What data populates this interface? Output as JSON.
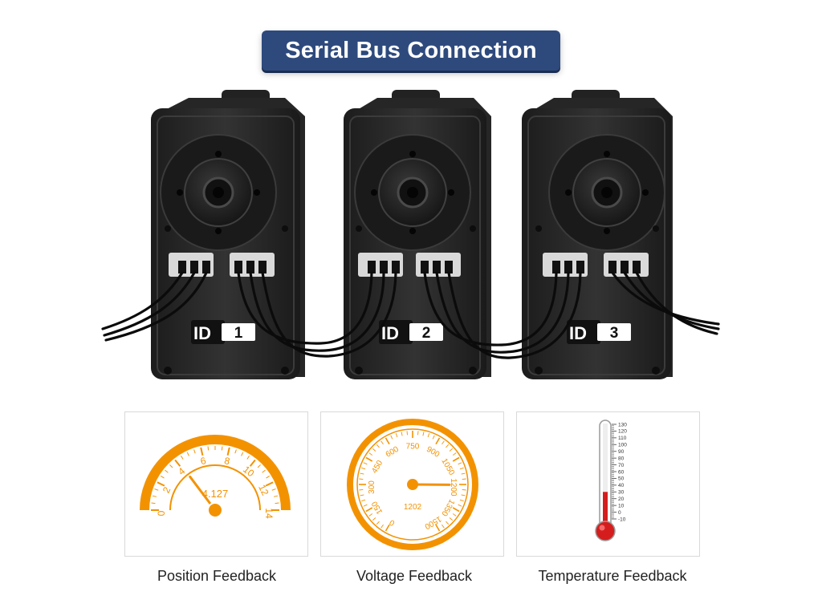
{
  "banner": {
    "title": "Serial Bus Connection"
  },
  "servos": [
    {
      "id_prefix": "ID",
      "id_number": "1"
    },
    {
      "id_prefix": "ID",
      "id_number": "2"
    },
    {
      "id_prefix": "ID",
      "id_number": "3"
    }
  ],
  "panels": {
    "position": {
      "caption": "Position Feedback",
      "scale_ticks": [
        "0",
        "2",
        "4",
        "6",
        "8",
        "10",
        "12",
        "14"
      ],
      "reading": "4.127",
      "value": 4.127,
      "range": [
        0,
        14
      ]
    },
    "voltage": {
      "caption": "Voltage Feedback",
      "scale_ticks": [
        "0",
        "150",
        "300",
        "450",
        "600",
        "750",
        "900",
        "1050",
        "1200",
        "1350",
        "1500"
      ],
      "reading": "1202",
      "value": 1202,
      "range": [
        0,
        1500
      ]
    },
    "temperature": {
      "caption": "Temperature Feedback",
      "scale_ticks": [
        "130",
        "120",
        "110",
        "100",
        "90",
        "80",
        "70",
        "60",
        "50",
        "40",
        "30",
        "20",
        "10",
        "0",
        "-10"
      ],
      "value": 30,
      "range": [
        -10,
        130
      ]
    }
  },
  "colors": {
    "banner": "#2e4a7d",
    "gauge_orange": "#f39200",
    "servo_body": "#2b2b2b",
    "thermo_red": "#d61d1d"
  }
}
